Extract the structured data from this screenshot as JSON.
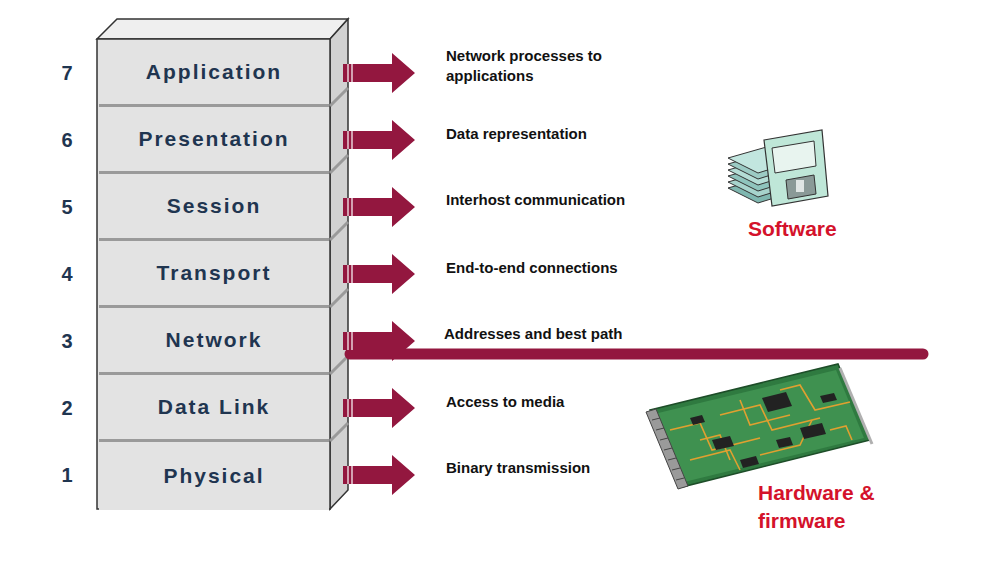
{
  "diagram": {
    "nodes": [
      {
        "text": [
          "Application"
        ]
      },
      {
        "text": [
          "Presentation"
        ]
      },
      {
        "text": [
          "Session"
        ]
      },
      {
        "text": [
          "Transport"
        ]
      },
      {
        "text": [
          "Network"
        ]
      },
      {
        "text": [
          "Data Link"
        ]
      },
      {
        "text": [
          "Physical"
        ]
      }
    ],
    "labels": [
      "7",
      "Network processes to applications",
      "6",
      "Data representation",
      "5",
      "Interhost communication",
      "Software",
      "4",
      "End-to-end connections",
      "3",
      "Addresses and best path",
      "2",
      "Access to media",
      "1",
      "Binary transmission",
      "Hardware & firmware"
    ]
  }
}
